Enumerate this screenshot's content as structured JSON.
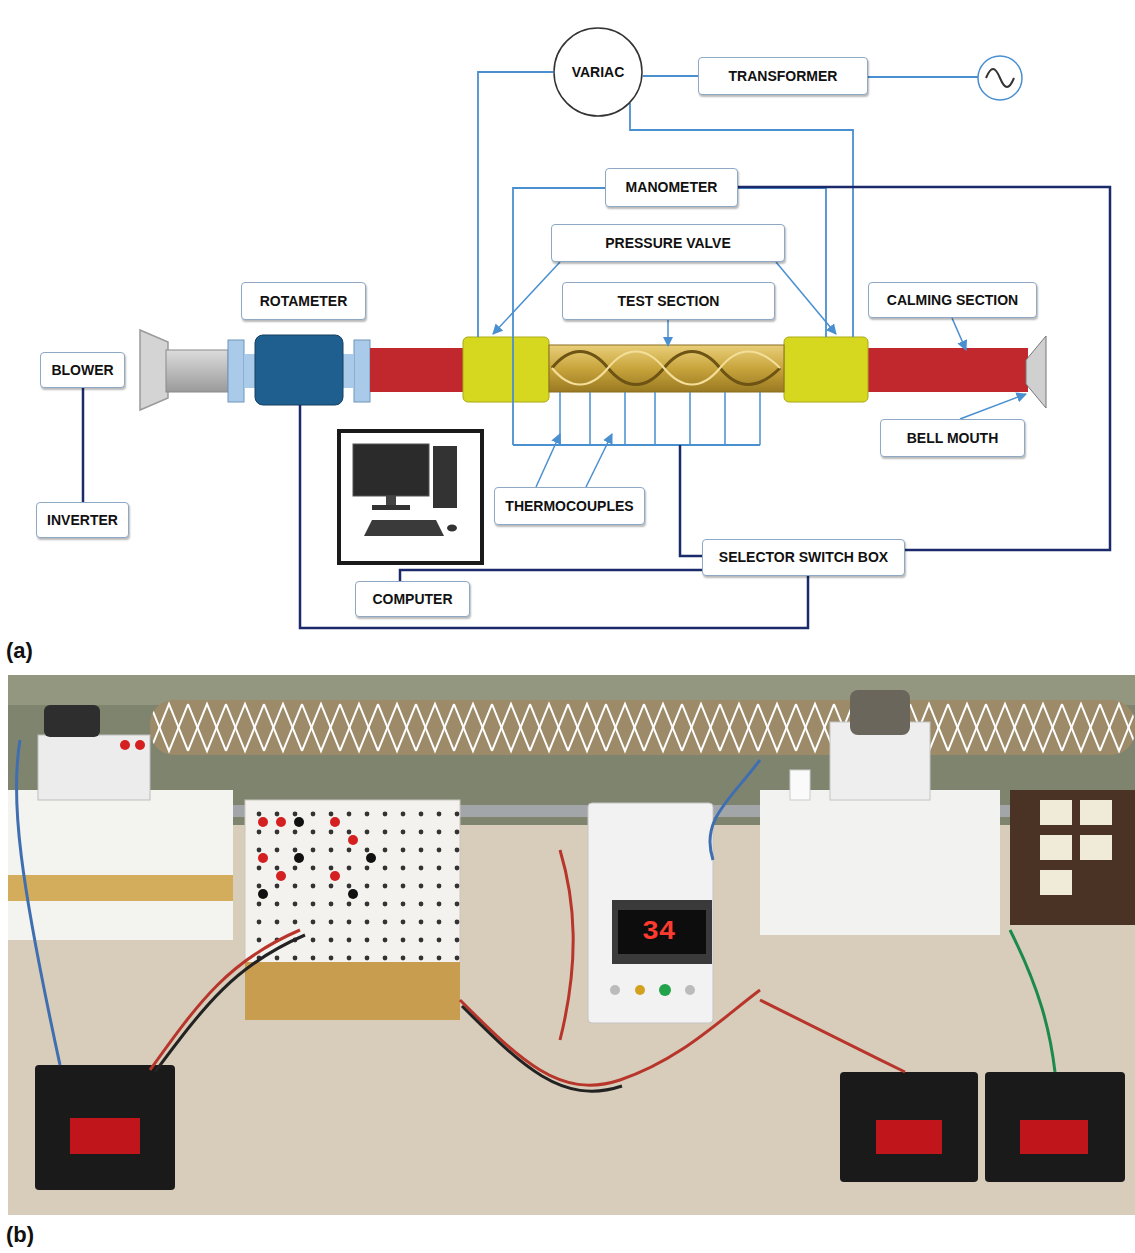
{
  "diagram": {
    "nodes": [
      {
        "text": [
          "VARIAC"
        ]
      },
      {
        "text": [
          "TRANSFORMER"
        ]
      },
      {
        "text": [
          "MANOMETER"
        ]
      },
      {
        "text": [
          "PRESSURE VALVE"
        ]
      },
      {
        "text": [
          "ROTAMETER"
        ]
      },
      {
        "text": [
          "TEST SECTION"
        ]
      },
      {
        "text": [
          "CALMING SECTION"
        ]
      },
      {
        "text": [
          "BLOWER"
        ]
      },
      {
        "text": [
          "BELL MOUTH"
        ]
      },
      {
        "text": [
          "THERMOCOUPLES"
        ]
      },
      {
        "text": [
          "INVERTER"
        ]
      },
      {
        "text": [
          "SELECTOR SWITCH BOX"
        ]
      },
      {
        "text": [
          "COMPUTER"
        ]
      }
    ],
    "edges": [
      {
        "from": 0,
        "to": 1,
        "arrow": "none"
      },
      {
        "from": 2,
        "to": 11,
        "arrow": "none"
      },
      {
        "from": 7,
        "to": 10,
        "arrow": "none"
      },
      {
        "from": 12,
        "to": 11,
        "arrow": "none"
      }
    ],
    "labels": [
      "(a)",
      "34",
      "(b)"
    ]
  }
}
